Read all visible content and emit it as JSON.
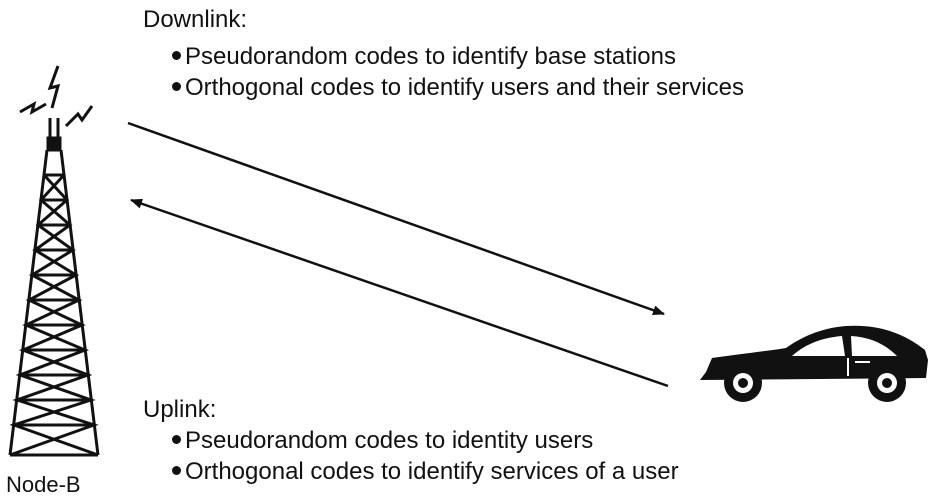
{
  "downlink": {
    "heading": "Downlink:",
    "items": [
      "Pseudorandom codes to identify base stations",
      "Orthogonal codes to identify users and their services"
    ]
  },
  "uplink": {
    "heading": "Uplink:",
    "items": [
      "Pseudorandom codes to identity users",
      "Orthogonal codes to identify services of a user"
    ]
  },
  "node_label": "Node-B",
  "icons": [
    "tower-icon",
    "radio-wave-icon",
    "car-icon",
    "arrow-icon"
  ]
}
